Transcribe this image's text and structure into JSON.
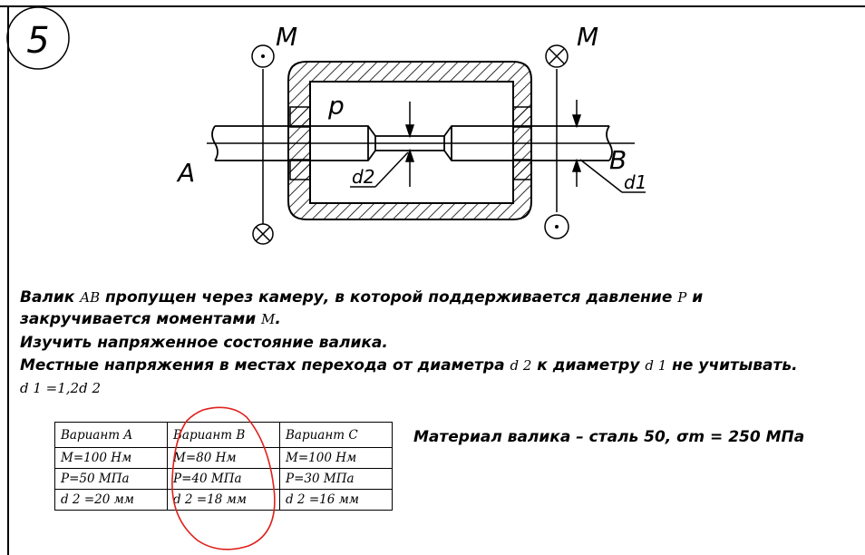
{
  "problem_number": "5",
  "diagram": {
    "label_m_left": "M",
    "label_m_right": "M",
    "label_p": "p",
    "label_a": "A",
    "label_b": "B",
    "label_d2": "d2",
    "label_d1": "d1"
  },
  "text": {
    "line1_a": "Валик ",
    "line1_var_ab": "AB",
    "line1_b": " пропущен через камеру, в которой поддерживается давление ",
    "line1_var_p": "P",
    "line1_c": " и",
    "line2_a": "закручивается моментами ",
    "line2_var_m": "M",
    "line2_b": ".",
    "line3": "Изучить напряженное состояние валика.",
    "line4_a": "Местные напряжения в местах перехода от диаметра ",
    "line4_var_d2": "d 2",
    "line4_b": " к диаметру ",
    "line4_var_d1": "d 1",
    "line4_c": " не учитывать.",
    "line5": "d 1 =1,2d 2"
  },
  "table": {
    "headers": [
      "Вариант A",
      "Вариант B",
      "Вариант C"
    ],
    "rows": [
      [
        "M=100 Нм",
        "M=80 Нм",
        "M=100 Нм"
      ],
      [
        "P=50 МПа",
        "P=40 МПа",
        "P=30 МПа"
      ],
      [
        "d 2 =20 мм",
        "d 2 =18 мм",
        "d 2 =16 мм"
      ]
    ]
  },
  "material": "Материал валика – сталь 50, σm = 250 МПа"
}
